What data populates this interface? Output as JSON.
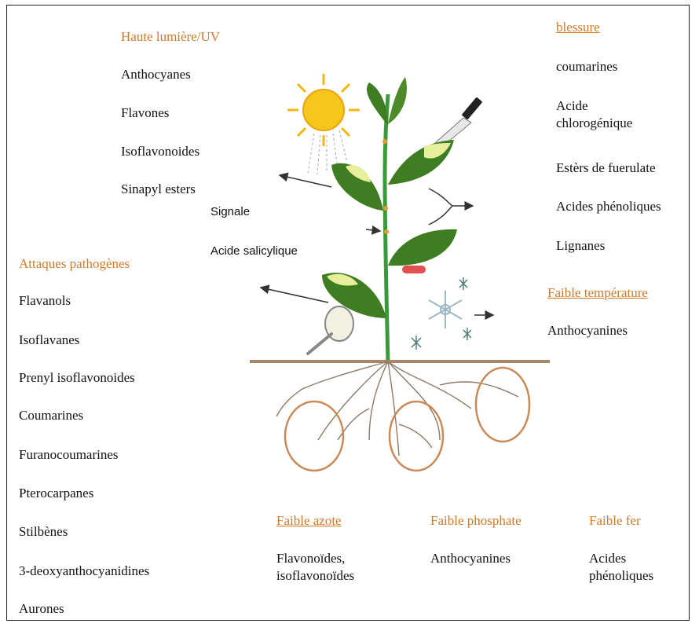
{
  "top_left": {
    "heading": "Haute lumière/UV",
    "items": [
      "Anthocyanes",
      "Flavones",
      "Isoflavonoides",
      "Sinapyl esters"
    ]
  },
  "signal": {
    "label": "Signale",
    "item": "Acide salicylique"
  },
  "left": {
    "heading": "Attaques pathogènes",
    "items": [
      "Flavanols",
      "Isoflavanes",
      "Prenyl isoflavonoides",
      "Coumarines",
      "Furanocoumarines",
      "Pterocarpanes",
      "Stilbènes",
      "3-deoxyanthocyanidines",
      "Aurones"
    ]
  },
  "right_top": {
    "heading": "blessure",
    "items": [
      "coumarines",
      "Acide chlorogénique",
      "Estèrs de fuerulate",
      "Acides phénoliques",
      "Lignanes"
    ]
  },
  "right_mid": {
    "heading": "Faible température",
    "item": "Anthocyanines"
  },
  "bottom": [
    {
      "heading": "Faible azote",
      "item": "Flavonoïdes, isoflavonoïdes"
    },
    {
      "heading": "Faible phosphate",
      "item": "Anthocyanines"
    },
    {
      "heading": "Faible fer",
      "item": "Acides phénoliques"
    }
  ],
  "colors": {
    "heading": "#d07a28",
    "leaf": "#3f7d22",
    "leaf_light": "#e8ef9a",
    "stem": "#3a9a3a",
    "soil": "#a88868",
    "root_circle": "#c98a58",
    "sun": "#f4b812"
  },
  "icons": [
    "sun-icon",
    "knife-icon",
    "snowflake-icon",
    "bacterium-icon",
    "caterpillar-icon"
  ]
}
